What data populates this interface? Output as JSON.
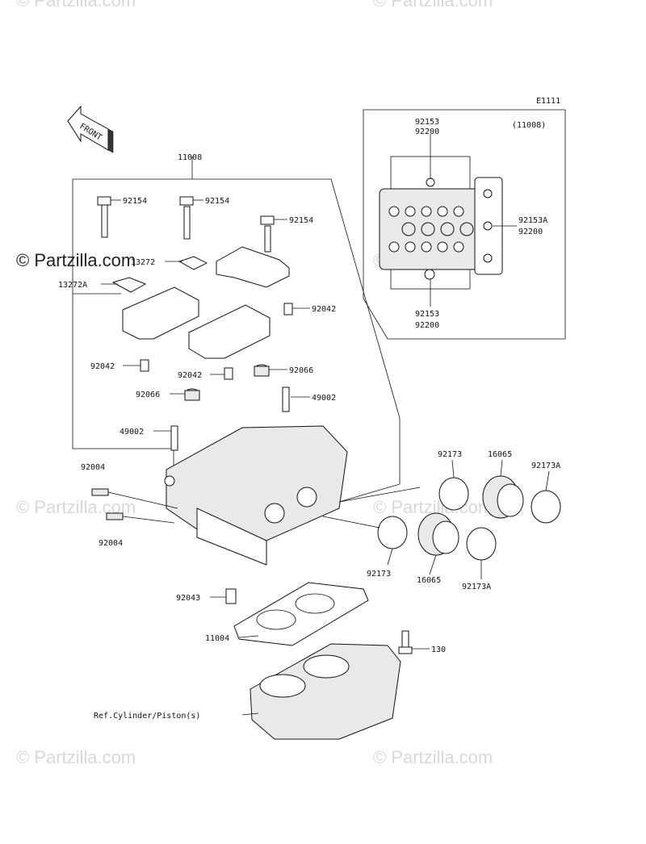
{
  "diagram_code": "E1111",
  "inset_label": "(11008)",
  "front_label": "FRONT",
  "watermark": "© Partzilla.com",
  "parts": [
    {
      "id": "p11008",
      "label": "11008"
    },
    {
      "id": "p92154a",
      "label": "92154"
    },
    {
      "id": "p92154b",
      "label": "92154"
    },
    {
      "id": "p92154c",
      "label": "92154"
    },
    {
      "id": "p13272",
      "label": "13272"
    },
    {
      "id": "p13272A",
      "label": "13272A"
    },
    {
      "id": "p92042a",
      "label": "92042"
    },
    {
      "id": "p92042b",
      "label": "92042"
    },
    {
      "id": "p92042c",
      "label": "92042"
    },
    {
      "id": "p92066a",
      "label": "92066"
    },
    {
      "id": "p92066b",
      "label": "92066"
    },
    {
      "id": "p49002a",
      "label": "49002"
    },
    {
      "id": "p49002b",
      "label": "49002"
    },
    {
      "id": "p92004a",
      "label": "92004"
    },
    {
      "id": "p92004b",
      "label": "92004"
    },
    {
      "id": "p92043",
      "label": "92043"
    },
    {
      "id": "p11004",
      "label": "11004"
    },
    {
      "id": "p130",
      "label": "130"
    },
    {
      "id": "pref",
      "label": "Ref.Cylinder/Piston(s)"
    },
    {
      "id": "p92173a",
      "label": "92173"
    },
    {
      "id": "p92173b",
      "label": "92173"
    },
    {
      "id": "p16065a",
      "label": "16065"
    },
    {
      "id": "p16065b",
      "label": "16065"
    },
    {
      "id": "p92173Aa",
      "label": "92173A"
    },
    {
      "id": "p92173Ab",
      "label": "92173A"
    },
    {
      "id": "p92153a",
      "label": "92153"
    },
    {
      "id": "p92200a",
      "label": "92200"
    },
    {
      "id": "p92153A",
      "label": "92153A"
    },
    {
      "id": "p92200b",
      "label": "92200"
    },
    {
      "id": "p92153b",
      "label": "92153"
    },
    {
      "id": "p92200c",
      "label": "92200"
    }
  ]
}
